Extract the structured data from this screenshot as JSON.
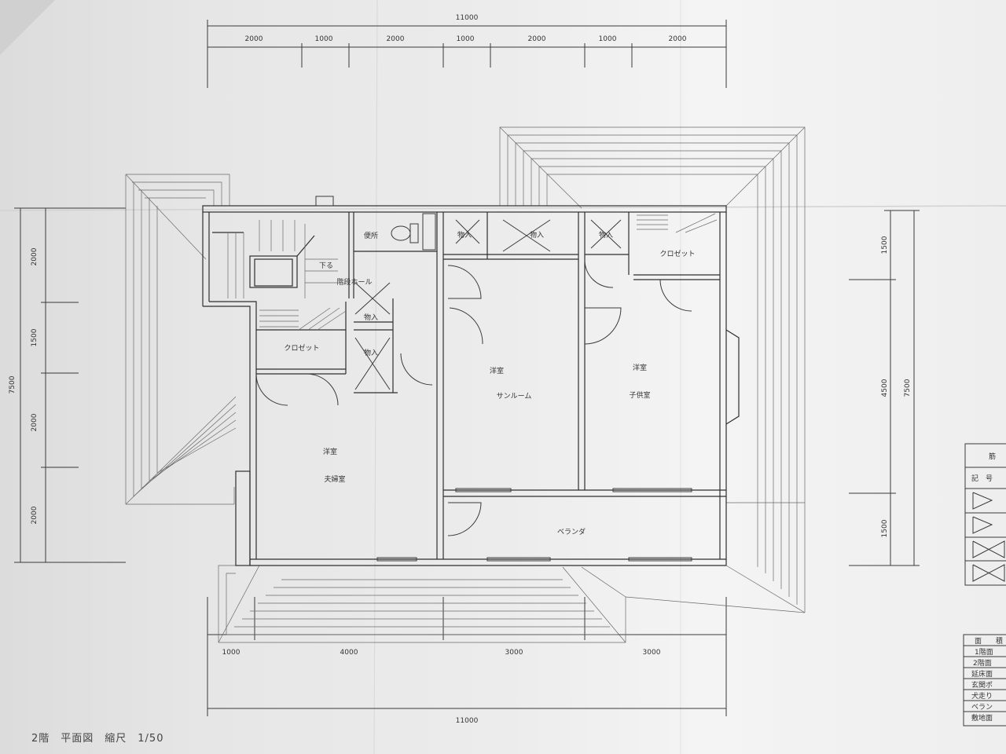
{
  "title": "2階　平面図　縮尺　1/50",
  "dimensions": {
    "top_total": "11000",
    "top_segments": [
      "2000",
      "1000",
      "2000",
      "1000",
      "2000",
      "1000",
      "2000"
    ],
    "bottom_segments": [
      "1000",
      "4000",
      "3000",
      "3000"
    ],
    "bottom_total": "11000",
    "left_total": "7500",
    "left_segments": [
      "2000",
      "1500",
      "2000",
      "2000"
    ],
    "right_total": "7500",
    "right_segments": [
      "1500",
      "4500",
      "1500"
    ]
  },
  "rooms": {
    "toilet": "便所",
    "storage1": "物入",
    "storage2": "物入",
    "storage3": "物入",
    "storage4": "物入",
    "storage5": "物入",
    "closet_ne": "クロゼット",
    "closet_w": "クロゼット",
    "stair_down": "下る",
    "stair_hall": "階段ホール",
    "sunroom_type": "洋室",
    "sunroom_name": "サンルーム",
    "kids_type": "洋室",
    "kids_name": "子供室",
    "master_type": "洋室",
    "master_name": "夫婦室",
    "veranda": "ベランダ"
  },
  "legend_table": {
    "header": "筋",
    "row_label": "記　号"
  },
  "area_table": {
    "header": "面　　積",
    "rows": [
      "1階面",
      "2階面",
      "延床面",
      "玄関ポ",
      "犬走り",
      "ベラン",
      "敷地面"
    ]
  }
}
